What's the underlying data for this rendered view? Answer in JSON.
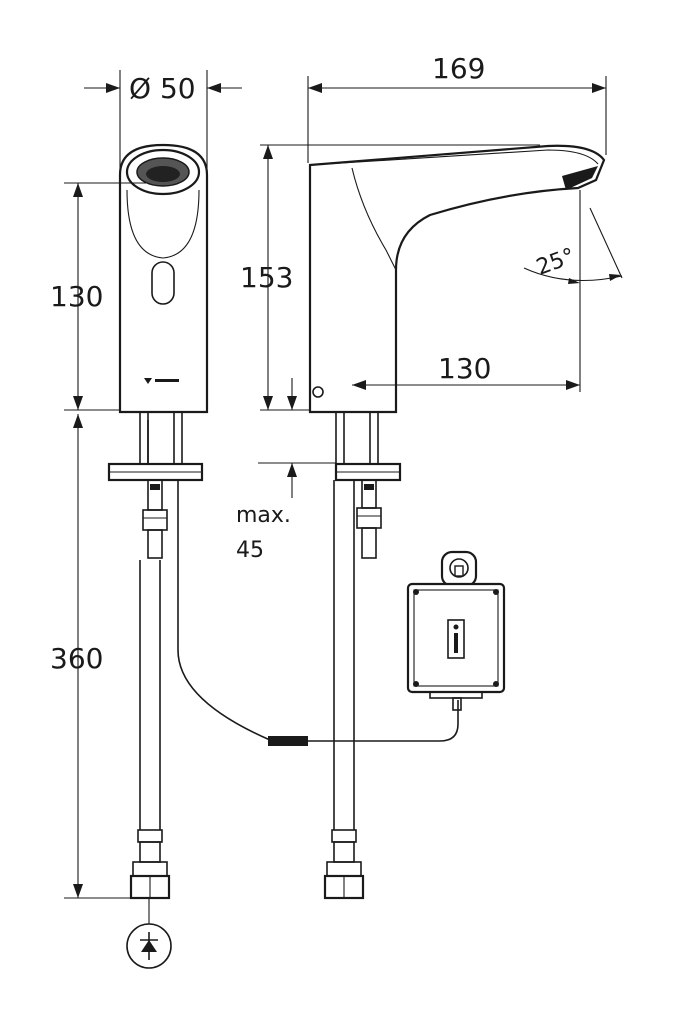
{
  "dimensions": {
    "diameter": "Ø 50",
    "width": "169",
    "height_front": "130",
    "height_side": "153",
    "reach": "130",
    "angle": "25°",
    "base_max_label": "max.",
    "base_max_value": "45",
    "hose_length": "360"
  },
  "symbols": {
    "check_valve": "check-valve-icon",
    "info_box": "info-icon"
  }
}
